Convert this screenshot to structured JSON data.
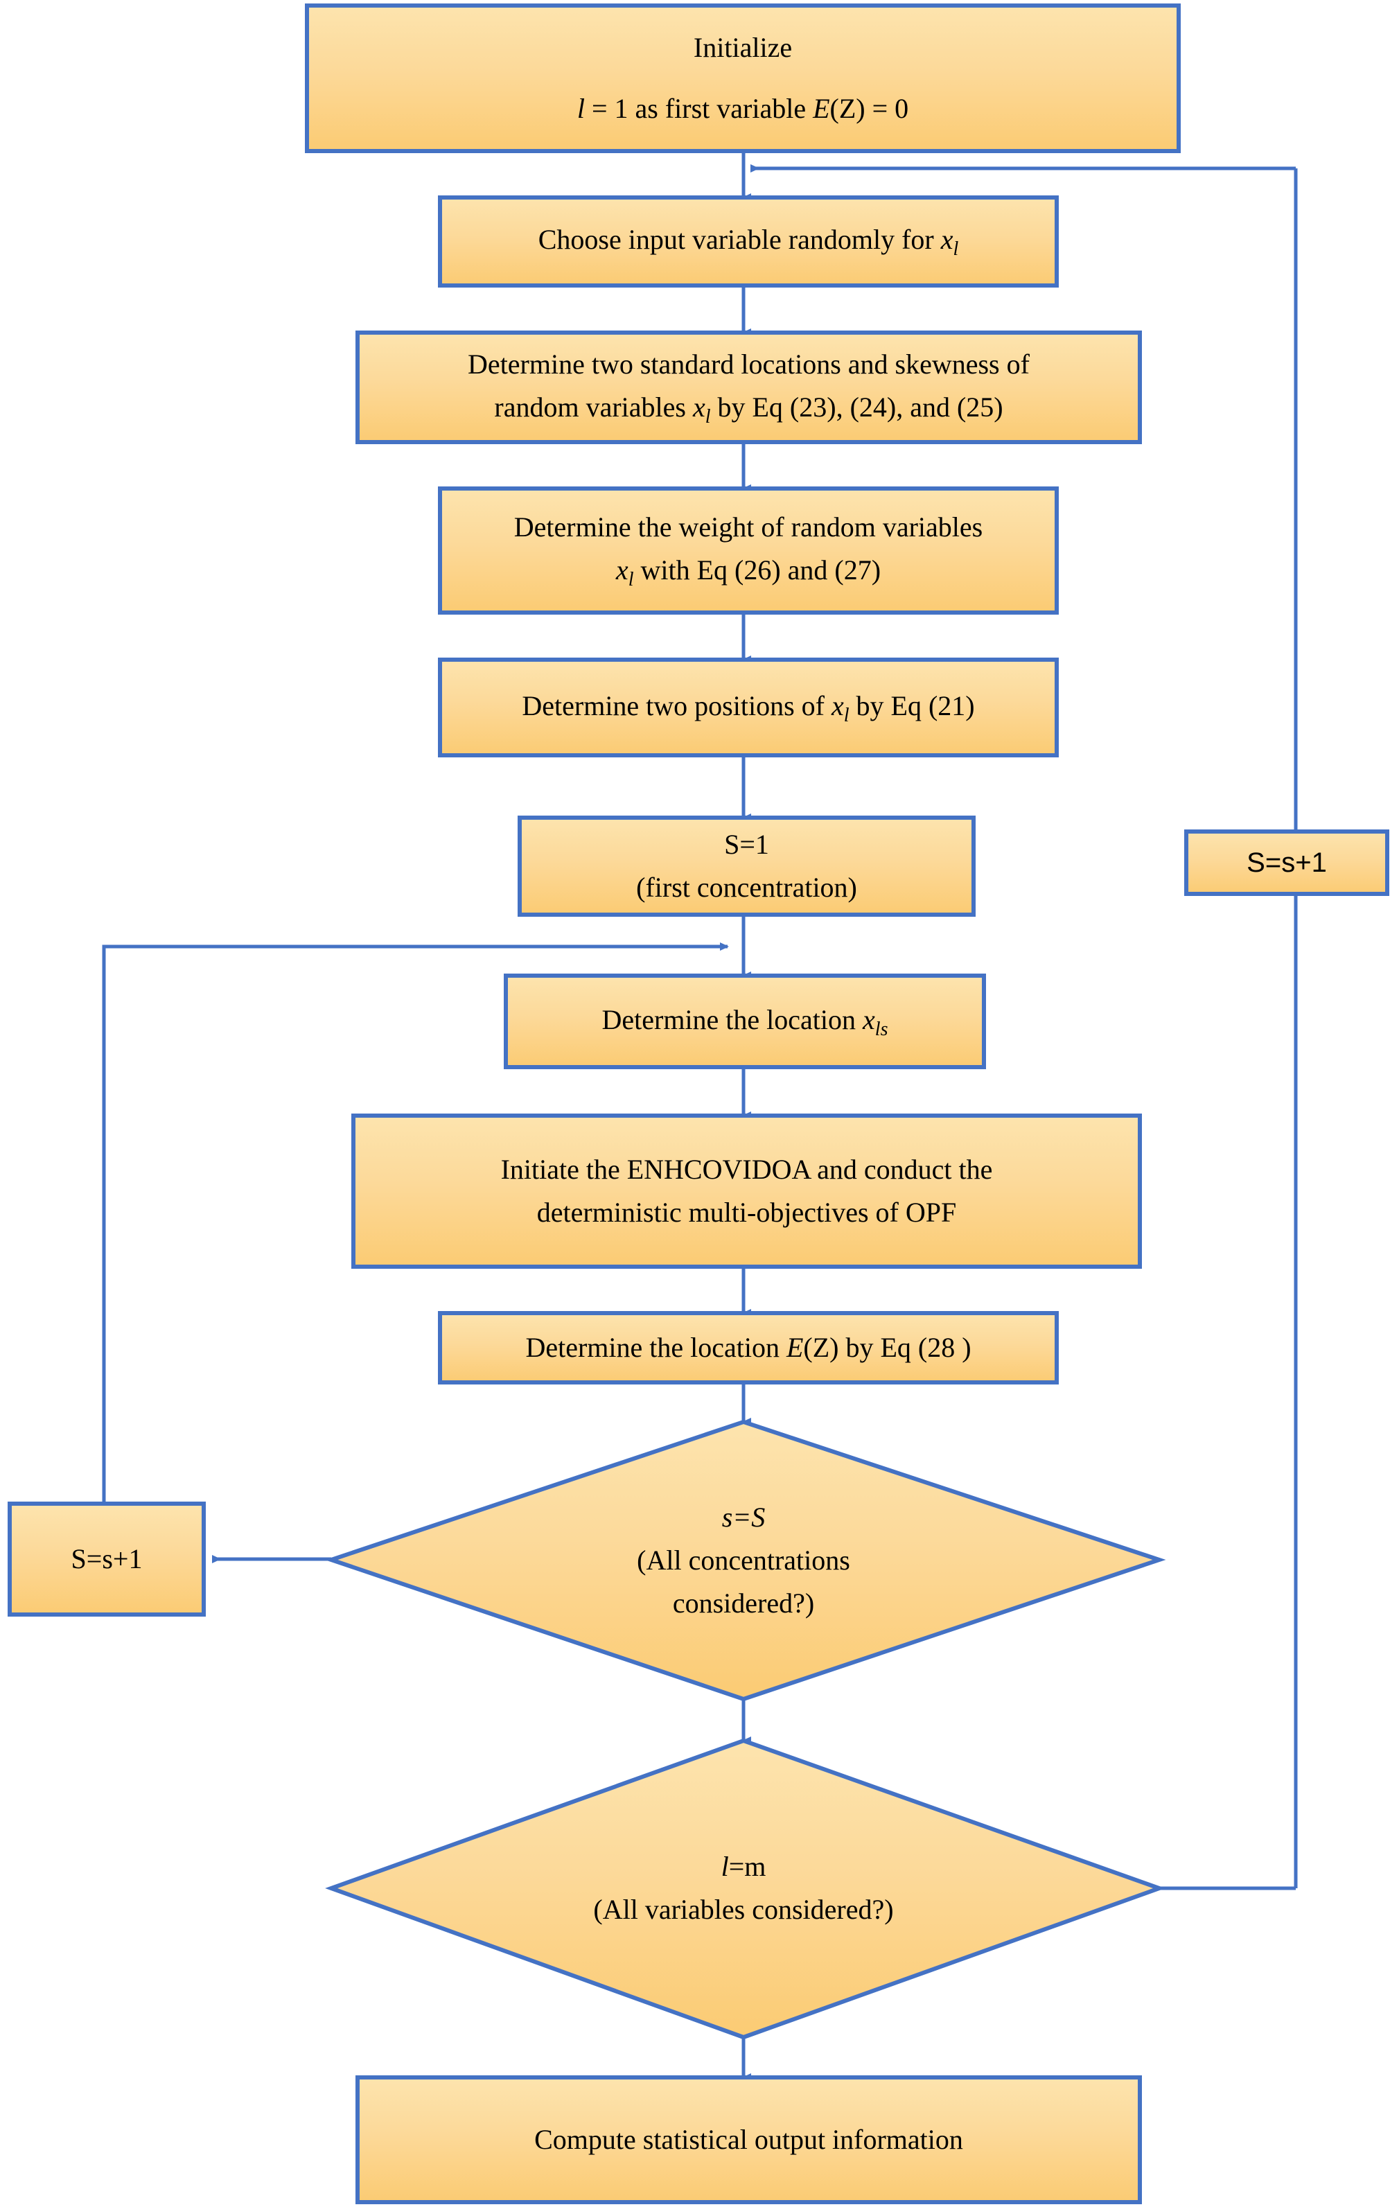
{
  "diagram": {
    "title": "Two-point estimate method flowchart for probabilistic multi-objective OPF",
    "type": "flowchart",
    "colors": {
      "node_fill_top": "#FCE0A4",
      "node_fill_bottom": "#FBCE79",
      "node_border": "#4472C4",
      "connector": "#4472C4",
      "text": "#000000",
      "background": "#FFFFFF"
    },
    "nodes": [
      {
        "id": "initialize",
        "shape": "rectangle",
        "lines": [
          "Initialize",
          "l = 1 as first variable  E(Z) = 0"
        ],
        "line1": "Initialize",
        "line2_pre": "l",
        "line2_mid": " = 1 as first variable  ",
        "line2_E": "E",
        "line2_post": "(Z) = 0"
      },
      {
        "id": "choose-input",
        "shape": "rectangle",
        "line1_pre": "Choose input variable randomly for ",
        "line1_var": "x",
        "line1_sub": "l"
      },
      {
        "id": "determine-standard-locations",
        "shape": "rectangle",
        "line1": "Determine two standard locations and skewness of",
        "line2_pre": "random variables ",
        "line2_var": "x",
        "line2_sub": "l",
        "line2_post": " by Eq (23), (24), and (25)"
      },
      {
        "id": "determine-weight",
        "shape": "rectangle",
        "line1": "Determine the weight of random variables",
        "line2_var": "x",
        "line2_sub": "l",
        "line2_post": " with Eq (26) and (27)"
      },
      {
        "id": "determine-two-positions",
        "shape": "rectangle",
        "line1_pre": "Determine two positions of  ",
        "line1_var": "x",
        "line1_sub": "l",
        "line1_post": " by Eq (21)"
      },
      {
        "id": "s-equals-1",
        "shape": "rectangle",
        "line1": "S=1",
        "line2": "(first concentration)"
      },
      {
        "id": "determine-location-xls",
        "shape": "rectangle",
        "line1_pre": "Determine the location ",
        "line1_var": "x",
        "line1_sub": "ls"
      },
      {
        "id": "initiate-enhcovidoa",
        "shape": "rectangle",
        "line1": "Initiate the ENHCOVIDOA and conduct the",
        "line2": "deterministic multi-objectives of OPF"
      },
      {
        "id": "determine-location-ez",
        "shape": "rectangle",
        "line1_pre": "Determine the location ",
        "line1_E": "E",
        "line1_post": "(Z) by Eq (28 )"
      },
      {
        "id": "decision-concentrations",
        "shape": "diamond",
        "line1": "s=S",
        "line2": "(All concentrations",
        "line3": "considered?)"
      },
      {
        "id": "s-increment-left",
        "shape": "rectangle",
        "line1": "S=s+1"
      },
      {
        "id": "s-increment-right",
        "shape": "rectangle",
        "line1": "S=s+1"
      },
      {
        "id": "decision-variables",
        "shape": "diamond",
        "line1_var": "l",
        "line1_post": "=m",
        "line2": "(All variables considered?)"
      },
      {
        "id": "compute-output",
        "shape": "rectangle",
        "line1": "Compute statistical output information"
      }
    ],
    "labels": {
      "initialize_line1": "Initialize",
      "initialize_l": "l",
      "initialize_mid": " = 1 as first variable  ",
      "initialize_E": "E",
      "initialize_end": "(Z) = 0",
      "choose_input_pre": "Choose input variable randomly for ",
      "var_x": "x",
      "sub_l": "l",
      "sub_ls": "ls",
      "std_loc_line1": "Determine two standard locations and skewness of",
      "std_loc_line2_pre": "random variables ",
      "std_loc_line2_post": " by Eq (23), (24), and (25)",
      "weight_line1": "Determine the weight of random variables",
      "weight_line2_post": " with Eq (26) and (27)",
      "positions_pre": "Determine two positions of  ",
      "positions_post": " by Eq (21)",
      "s_equals_1": "S=1",
      "first_concentration": "(first concentration)",
      "location_xls_pre": "Determine the location ",
      "enhcovidoa_line1": "Initiate the ENHCOVIDOA and conduct the",
      "enhcovidoa_line2": "deterministic multi-objectives of OPF",
      "location_ez_pre": "Determine the location ",
      "location_ez_E": "E",
      "location_ez_post": "(Z) by Eq (28 )",
      "decision1_line1": "s=S",
      "decision1_line2": "(All concentrations",
      "decision1_line3": "considered?)",
      "s_increment": "S=s+1",
      "decision2_l": "l",
      "decision2_post": "=m",
      "decision2_line2": "(All variables considered?)",
      "compute_output": "Compute statistical output information"
    },
    "connectors": [
      {
        "from": "initialize",
        "to": "choose-input",
        "style": "straight-down-arrow"
      },
      {
        "from": "choose-input",
        "to": "determine-standard-locations",
        "style": "straight-down-arrow"
      },
      {
        "from": "determine-standard-locations",
        "to": "determine-weight",
        "style": "straight-down-arrow"
      },
      {
        "from": "determine-weight",
        "to": "determine-two-positions",
        "style": "straight-down-arrow"
      },
      {
        "from": "determine-two-positions",
        "to": "s-equals-1",
        "style": "straight-down-arrow"
      },
      {
        "from": "s-equals-1",
        "to": "determine-location-xls",
        "style": "straight-down-arrow"
      },
      {
        "from": "determine-location-xls",
        "to": "initiate-enhcovidoa",
        "style": "straight-down-arrow"
      },
      {
        "from": "initiate-enhcovidoa",
        "to": "determine-location-ez",
        "style": "straight-down-arrow"
      },
      {
        "from": "determine-location-ez",
        "to": "decision-concentrations",
        "style": "straight-down-arrow"
      },
      {
        "from": "decision-concentrations",
        "to": "s-increment-left",
        "style": "left-arrow"
      },
      {
        "from": "s-increment-left",
        "to": "determine-location-xls",
        "style": "up-then-right-arrow"
      },
      {
        "from": "decision-concentrations",
        "to": "decision-variables",
        "style": "straight-down-arrow"
      },
      {
        "from": "decision-variables",
        "to": "s-increment-right",
        "style": "right-then-up"
      },
      {
        "from": "s-increment-right",
        "to": "choose-input",
        "style": "up-then-left-arrow"
      },
      {
        "from": "decision-variables",
        "to": "compute-output",
        "style": "straight-down-arrow"
      }
    ]
  }
}
